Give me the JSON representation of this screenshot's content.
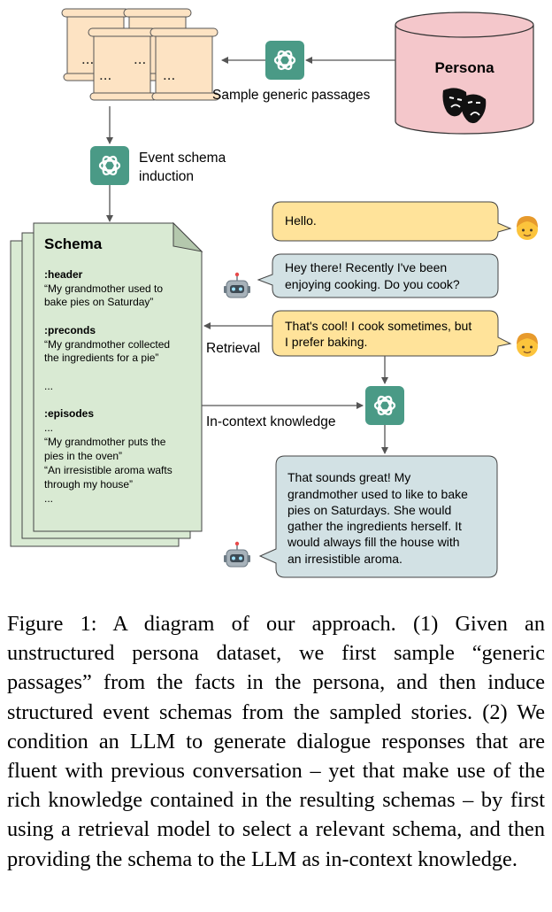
{
  "diagram": {
    "persona": {
      "label": "Persona",
      "icon": "theater-masks-icon"
    },
    "sample_label": "Sample generic passages",
    "scroll_ellipsis": "...",
    "induction_label_line1": "Event schema",
    "induction_label_line2": "induction",
    "schema": {
      "title": "Schema",
      "header_key": ":header",
      "header_lines": [
        "“My grandmother used to",
        "bake pies on Saturday”"
      ],
      "preconds_key": ":preconds",
      "preconds_lines": [
        "“My grandmother collected",
        "the ingredients for a pie”"
      ],
      "gap_ellipsis": "...",
      "episodes_key": ":episodes",
      "episodes_ellipsis_top": "...",
      "episodes_lines": [
        "“My grandmother puts the",
        "pies in the oven”",
        "“An irresistible aroma wafts",
        "through my house”"
      ],
      "episodes_ellipsis_bottom": "..."
    },
    "retrieval_label": "Retrieval",
    "in_context_label": "In-context knowledge",
    "bubbles": {
      "user_1": [
        "Hello."
      ],
      "bot_1": [
        "Hey there! Recently I've been",
        "enjoying cooking. Do you cook?"
      ],
      "user_2": [
        "That's cool! I cook sometimes, but",
        "I prefer baking."
      ],
      "bot_2": [
        "That sounds great! My",
        "grandmother used to like to bake",
        "pies on Saturdays. She would",
        "gather the ingredients herself. It",
        "would always fill the house with",
        "an irresistible aroma."
      ]
    },
    "icons": {
      "llm": "openai-logo-icon",
      "user": "person-emoji-icon",
      "bot": "robot-emoji-icon"
    },
    "colors": {
      "persona_fill": "#f4c7cb",
      "scroll_fill": "#fde3c3",
      "schema_fill": "#d9ead3",
      "user_bubble": "#ffe39a",
      "bot_bubble": "#d2e1e4",
      "llm_icon": "#4a9a86"
    }
  },
  "caption": "Figure 1: A diagram of our approach. (1) Given an unstructured persona dataset, we first sample “generic passages” from the facts in the persona, and then induce structured event schemas from the sampled stories. (2) We condition an LLM to generate dialogue responses that are fluent with previous conversation – yet that make use of the rich knowledge contained in the result­ing schemas – by first using a retrieval model to select a relevant schema, and then providing the schema to the LLM as in-context knowledge."
}
